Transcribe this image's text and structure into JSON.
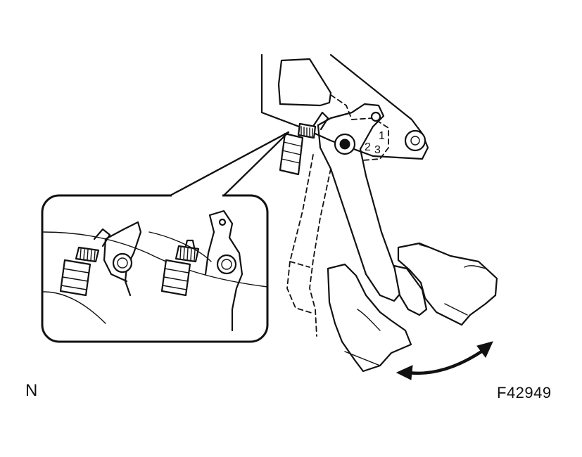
{
  "labels": {
    "corner_letter": "N",
    "figure_code": "F42949"
  },
  "callouts": {
    "one": "1",
    "two": "2",
    "three": "3"
  },
  "colors": {
    "ink": "#111111",
    "background": "#ffffff"
  }
}
